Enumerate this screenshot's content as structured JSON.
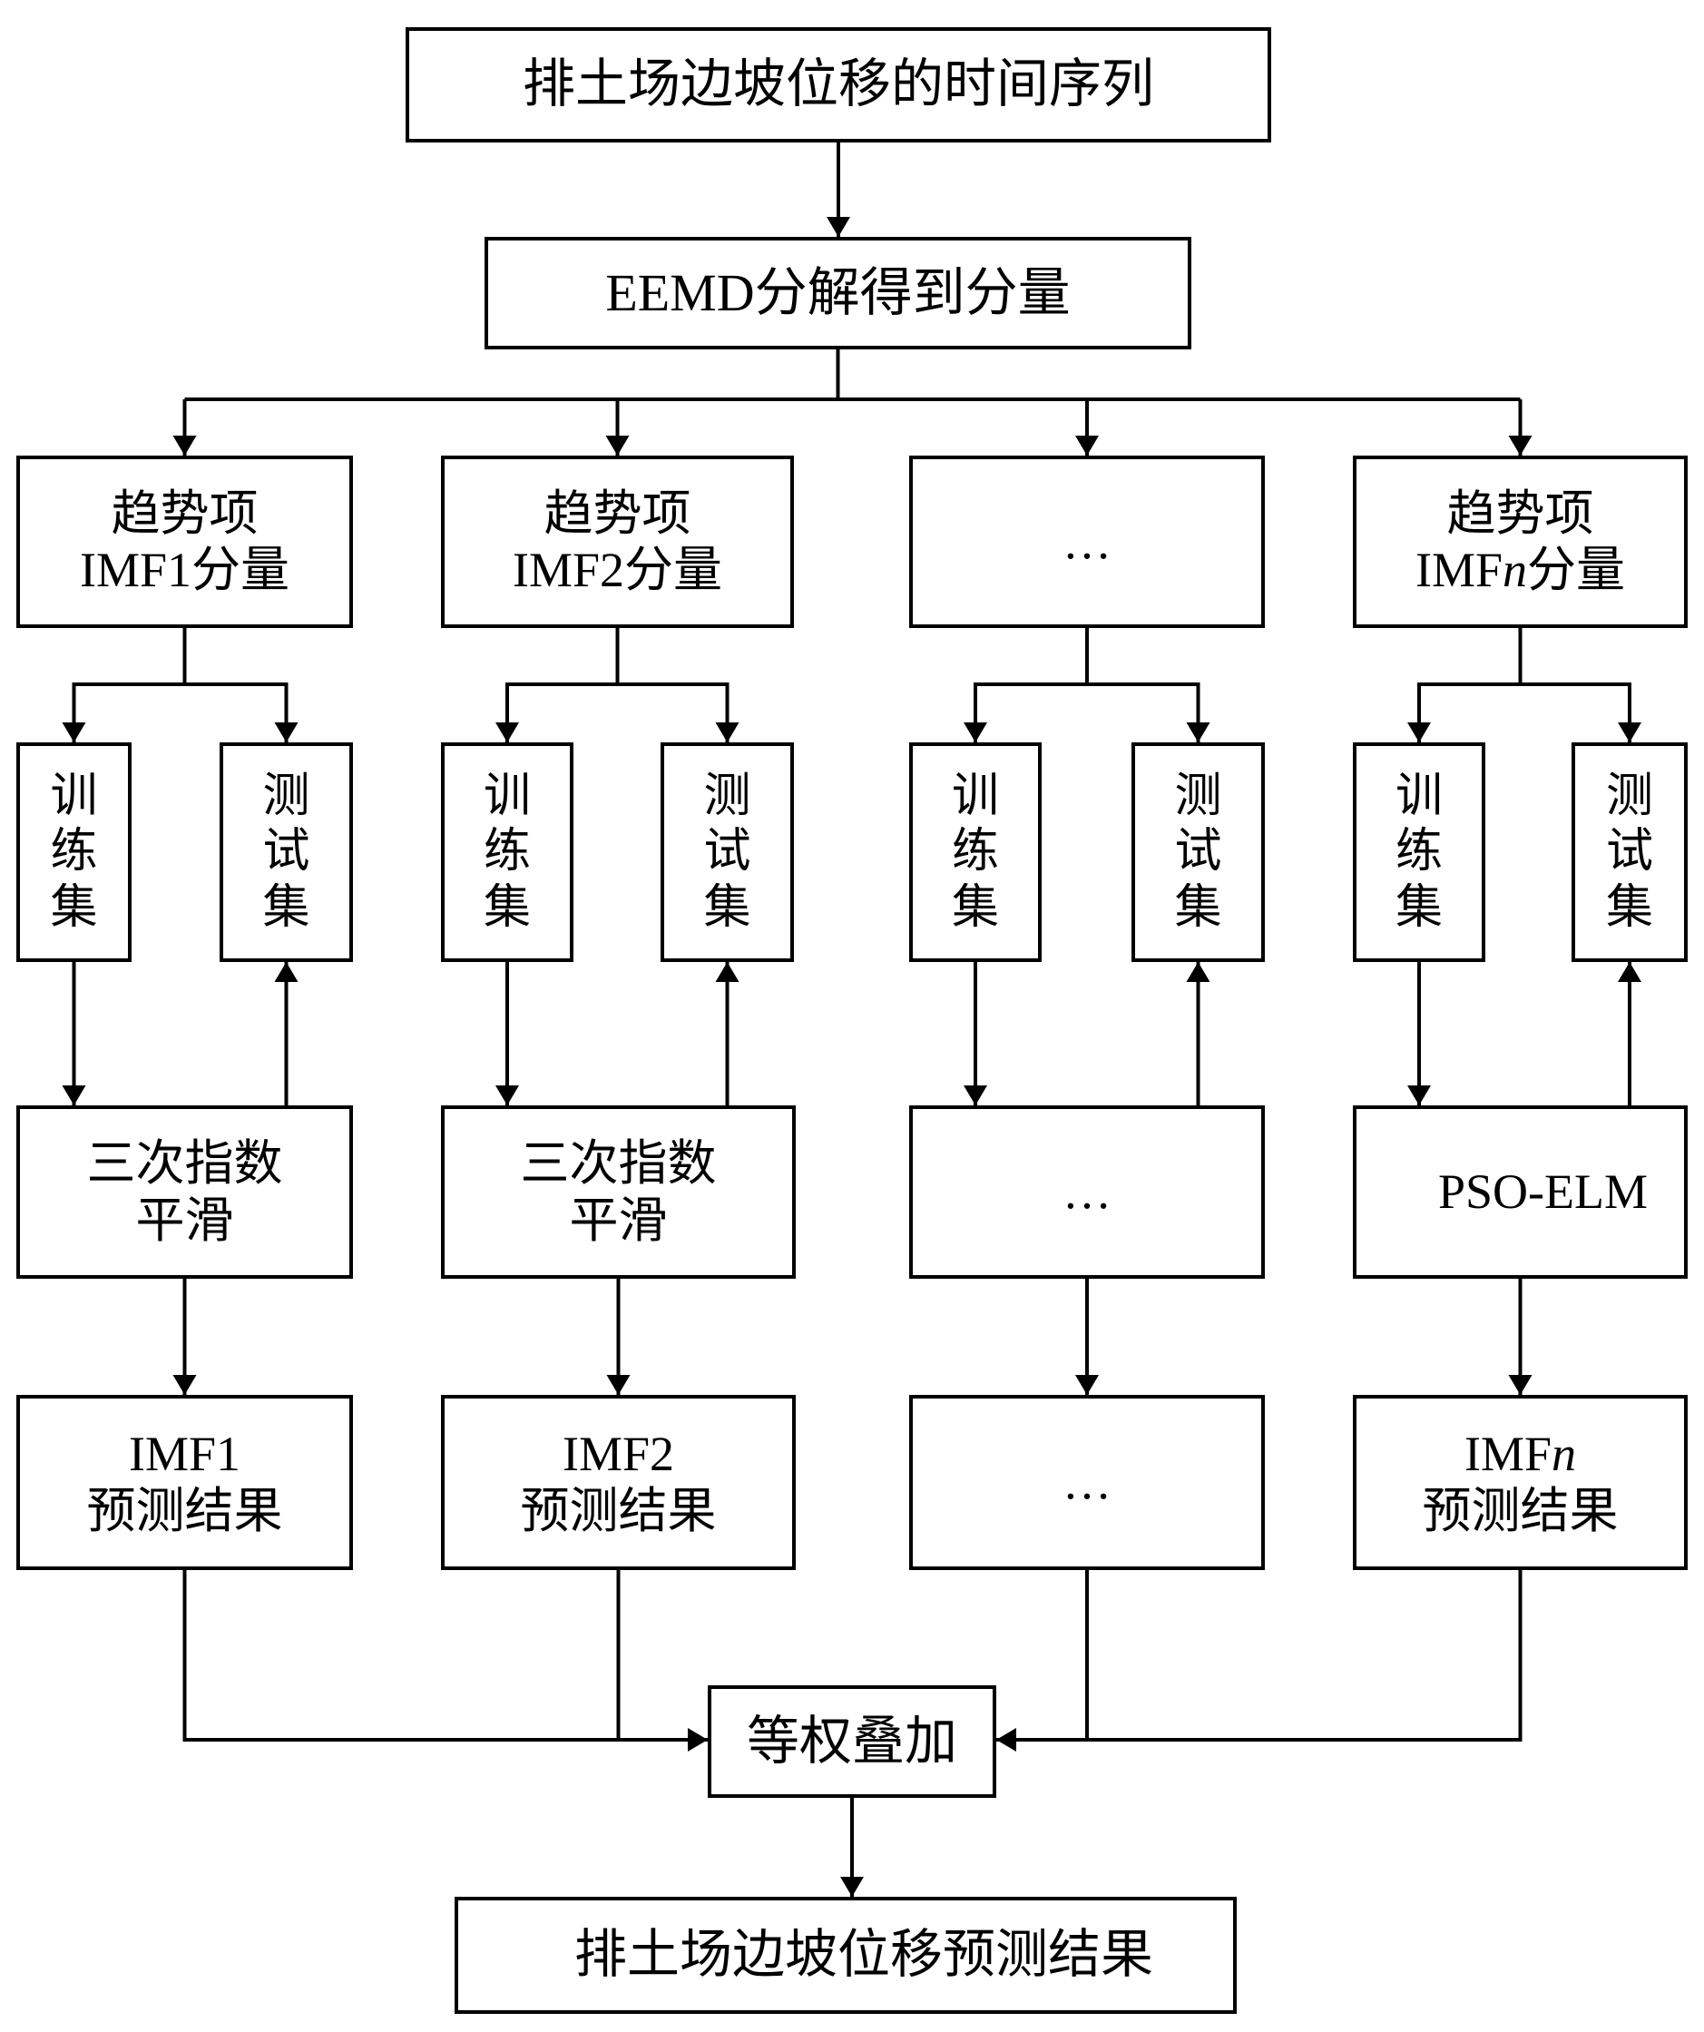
{
  "diagram": {
    "type": "flowchart",
    "nodes": {
      "top": {
        "lines": [
          "排土场边坡位移的时间序列"
        ]
      },
      "eemd": {
        "lines": [
          "EEMD分解得到分量"
        ]
      },
      "c1": {
        "lines": [
          "趋势项",
          "IMF1分量"
        ]
      },
      "c2": {
        "lines": [
          "趋势项",
          "IMF2分量"
        ]
      },
      "c3": {
        "lines": [
          "…"
        ]
      },
      "c4": {
        "lines": [
          "趋势项",
          "IMF",
          "n",
          "分量"
        ]
      },
      "train": {
        "lines": [
          "训",
          "练",
          "集"
        ]
      },
      "test": {
        "lines": [
          "测",
          "试",
          "集"
        ]
      },
      "m1": {
        "lines": [
          "三次指数",
          "平滑"
        ]
      },
      "m2": {
        "lines": [
          "三次指数",
          "平滑"
        ]
      },
      "m3": {
        "lines": [
          "…"
        ]
      },
      "m4": {
        "lines": [
          "PSO-ELM"
        ]
      },
      "r1": {
        "lines": [
          "IMF1",
          "预测结果"
        ]
      },
      "r2": {
        "lines": [
          "IMF2",
          "预测结果"
        ]
      },
      "r3": {
        "lines": [
          "…"
        ]
      },
      "r4": {
        "lines": [
          "IMF",
          "n",
          "预测结果"
        ]
      },
      "sum": {
        "lines": [
          "等权叠加"
        ]
      },
      "final": {
        "lines": [
          "排土场边坡位移预测结果"
        ]
      }
    },
    "edges": [
      {
        "from": "top",
        "to": "eemd"
      },
      {
        "from": "eemd",
        "to": "c1"
      },
      {
        "from": "eemd",
        "to": "c2"
      },
      {
        "from": "eemd",
        "to": "c3"
      },
      {
        "from": "eemd",
        "to": "c4"
      },
      {
        "from": "c1",
        "to": "tr1"
      },
      {
        "from": "c1",
        "to": "te1"
      },
      {
        "from": "c2",
        "to": "tr2"
      },
      {
        "from": "c2",
        "to": "te2"
      },
      {
        "from": "c3",
        "to": "tr3"
      },
      {
        "from": "c3",
        "to": "te3"
      },
      {
        "from": "c4",
        "to": "tr4"
      },
      {
        "from": "c4",
        "to": "te4"
      },
      {
        "from": "tr1",
        "to": "m1"
      },
      {
        "from": "m1",
        "to": "te1"
      },
      {
        "from": "tr2",
        "to": "m2"
      },
      {
        "from": "m2",
        "to": "te2"
      },
      {
        "from": "tr3",
        "to": "m3"
      },
      {
        "from": "m3",
        "to": "te3"
      },
      {
        "from": "tr4",
        "to": "m4"
      },
      {
        "from": "m4",
        "to": "te4"
      },
      {
        "from": "m1",
        "to": "r1"
      },
      {
        "from": "m2",
        "to": "r2"
      },
      {
        "from": "m3",
        "to": "r3"
      },
      {
        "from": "m4",
        "to": "r4"
      },
      {
        "from": "r1",
        "to": "sum"
      },
      {
        "from": "r2",
        "to": "sum"
      },
      {
        "from": "r3",
        "to": "sum"
      },
      {
        "from": "r4",
        "to": "sum"
      },
      {
        "from": "sum",
        "to": "final"
      }
    ]
  }
}
